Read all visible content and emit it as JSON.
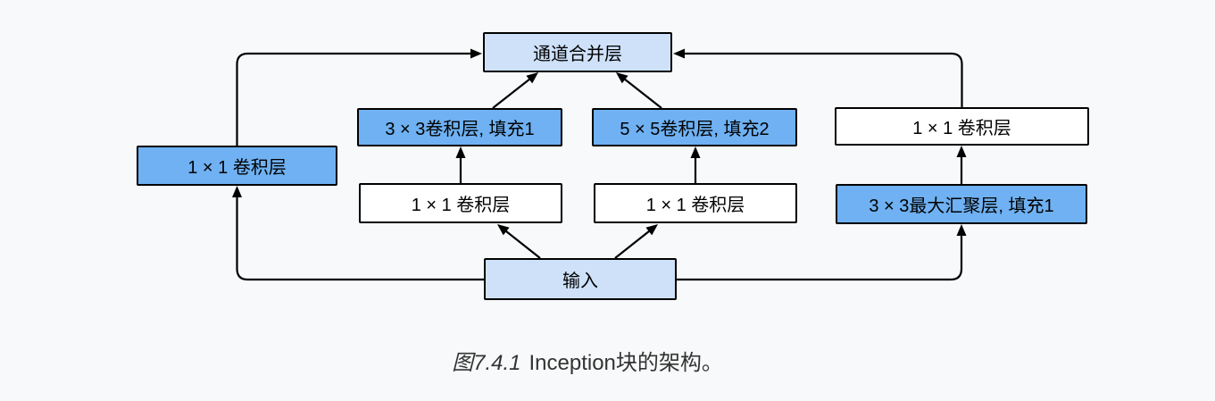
{
  "figure": {
    "nodes": {
      "merge": {
        "label": "通道合并层"
      },
      "conv3": {
        "label": "3 × 3卷积层, 填充1"
      },
      "conv5": {
        "label": "5 × 5卷积层, 填充2"
      },
      "conv1_right": {
        "label": "1 × 1 卷积层"
      },
      "conv1_left": {
        "label": "1 × 1 卷积层"
      },
      "conv1_mid_left": {
        "label": "1 × 1 卷积层"
      },
      "conv1_mid_right": {
        "label": "1 × 1 卷积层"
      },
      "maxpool": {
        "label": "3 × 3最大汇聚层, 填充1"
      },
      "input": {
        "label": "输入"
      }
    },
    "edges": [
      {
        "from": "conv1_left",
        "to": "merge"
      },
      {
        "from": "conv3",
        "to": "merge"
      },
      {
        "from": "conv5",
        "to": "merge"
      },
      {
        "from": "conv1_right",
        "to": "merge"
      },
      {
        "from": "conv1_mid_left",
        "to": "conv3"
      },
      {
        "from": "conv1_mid_right",
        "to": "conv5"
      },
      {
        "from": "maxpool",
        "to": "conv1_right"
      },
      {
        "from": "input",
        "to": "conv1_left"
      },
      {
        "from": "input",
        "to": "conv1_mid_left"
      },
      {
        "from": "input",
        "to": "conv1_mid_right"
      },
      {
        "from": "input",
        "to": "maxpool"
      }
    ],
    "caption": {
      "figure_number": "图7.4.1",
      "title": "Inception块的架构。"
    },
    "colors": {
      "background": "#f8f9fa",
      "box_light_blue": "#cee1f9",
      "box_medium_blue": "#6fb1f2",
      "box_white": "#ffffff",
      "border": "#000000",
      "arrow": "#000000",
      "caption_text": "#333333"
    }
  }
}
